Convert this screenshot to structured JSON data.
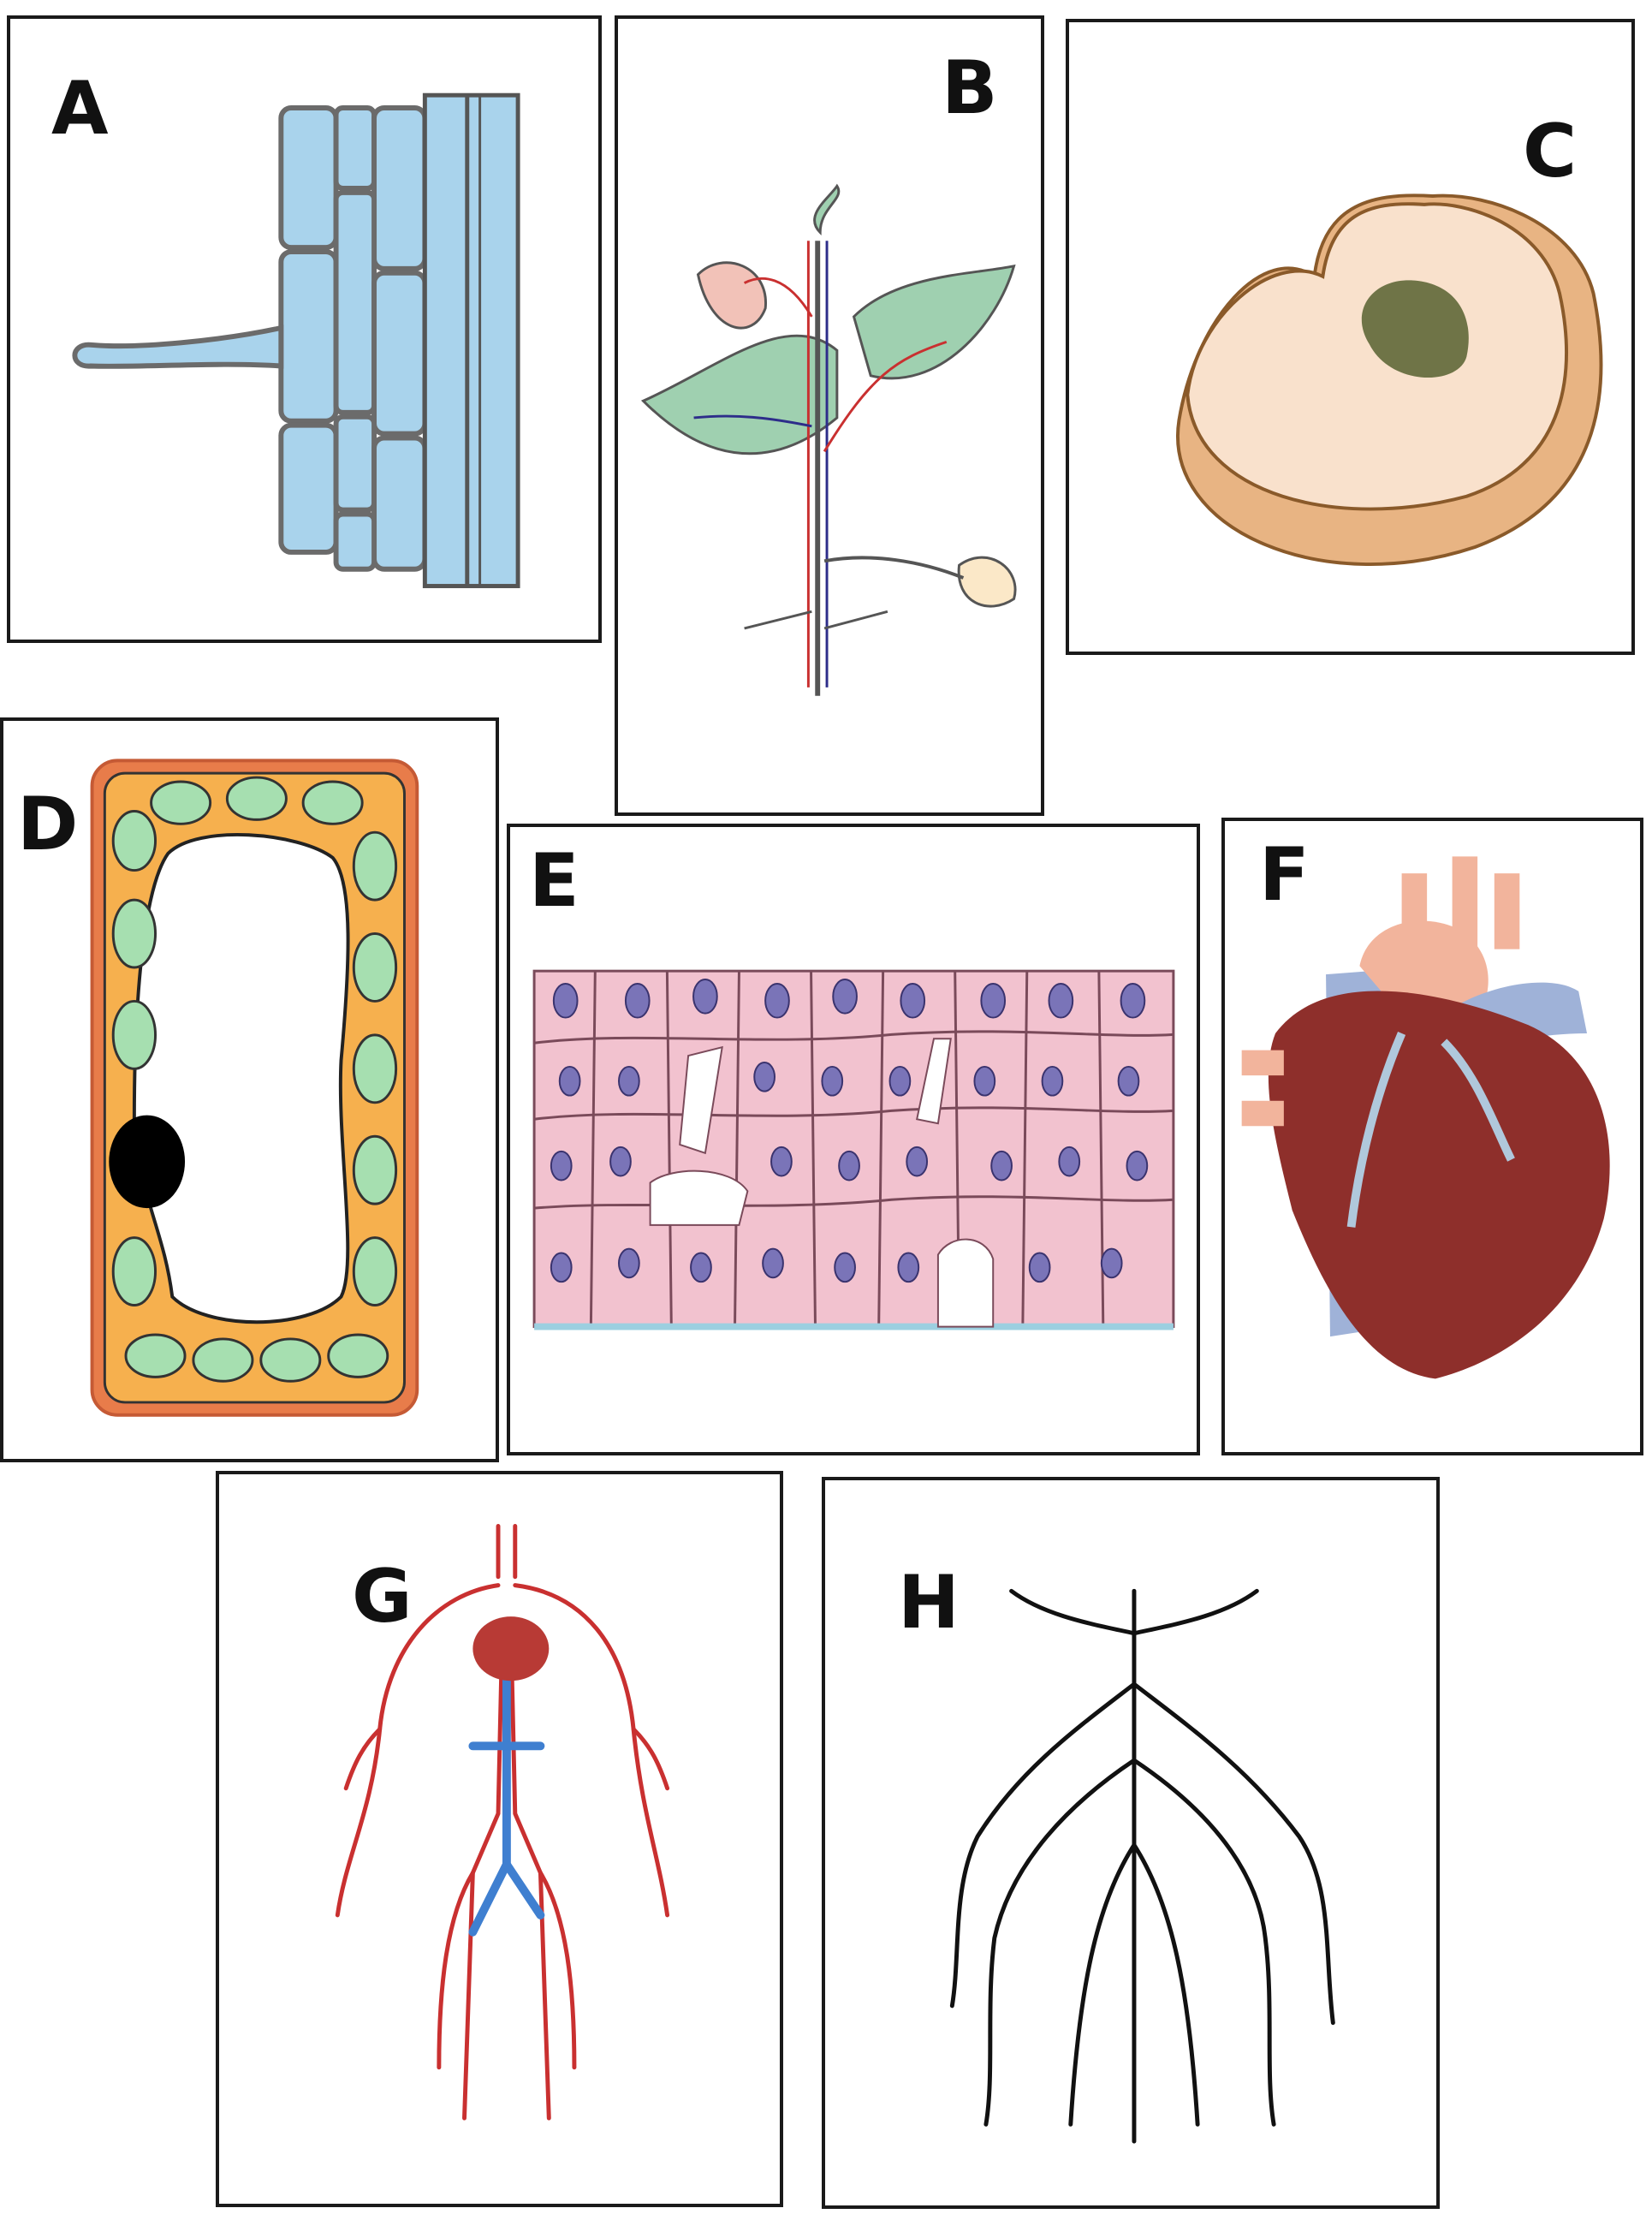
{
  "panels": {
    "a": {
      "label": "A"
    },
    "b": {
      "label": "B"
    },
    "c": {
      "label": "C"
    },
    "d": {
      "label": "D"
    },
    "e": {
      "label": "E"
    },
    "f": {
      "label": "F"
    },
    "g": {
      "label": "G"
    },
    "h": {
      "label": "H"
    }
  },
  "colors": {
    "frame": "#1a1a1a",
    "xylem_blue": "#a9d3ec",
    "leaf_green": "#9fd0b0",
    "cytoplasm_orange": "#f6b04e",
    "wall_orange": "#e87c4a",
    "epithelium_pink": "#f2c2cf",
    "nucleus_purple": "#7a74b8",
    "artery_red": "#c93030",
    "vein_blue": "#3f7fd0",
    "heart_red": "#8e2f2b"
  },
  "icons": {
    "a": "root-hair-cell-icon",
    "b": "plant-transport-icon",
    "c": "seed-cross-section-icon",
    "d": "plant-cell-icon",
    "e": "epithelial-tissue-icon",
    "f": "heart-icon",
    "g": "circulatory-system-icon",
    "h": "root-system-icon"
  }
}
